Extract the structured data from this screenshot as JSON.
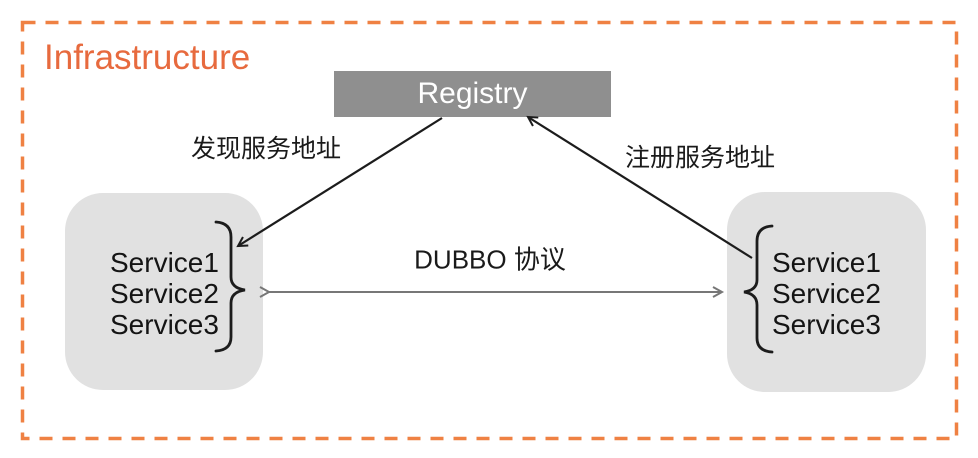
{
  "title": "Infrastructure",
  "registry": {
    "label": "Registry"
  },
  "providers": {
    "left": {
      "services": [
        "Service1",
        "Service2",
        "Service3"
      ]
    },
    "right": {
      "services": [
        "Service1",
        "Service2",
        "Service3"
      ]
    }
  },
  "labels": {
    "discover": "发现服务地址",
    "register": "注册服务地址",
    "protocol": "DUBBO 协议"
  },
  "colors": {
    "accent_orange": "#E76A3E",
    "border_dash_orange": "#EF8143",
    "registry_fill": "#8F8F8F",
    "registry_text": "#FFFFFF",
    "service_box_fill": "#E1E1E1",
    "arrow_black": "#1C1C1C",
    "arrow_gray": "#777777"
  }
}
